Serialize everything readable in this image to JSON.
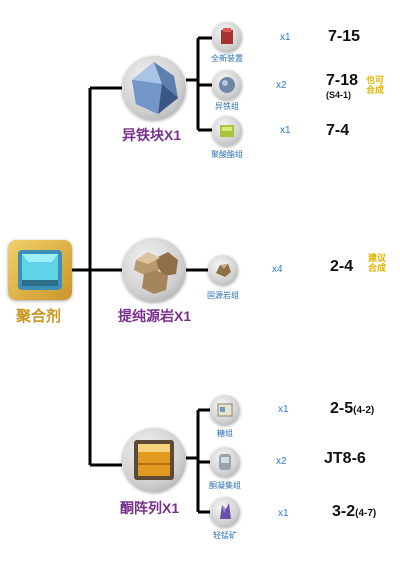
{
  "root": {
    "label": "聚合剂"
  },
  "intermediates": [
    {
      "label": "异铁块X1"
    },
    {
      "label": "提纯源岩X1"
    },
    {
      "label": "酮阵列X1"
    }
  ],
  "materials": [
    {
      "label": "全新装置",
      "qty": "x1",
      "stage": "7-15",
      "stage_note": "",
      "extra": "",
      "extra_sub": ""
    },
    {
      "label": "异铁组",
      "qty": "x2",
      "stage": "7-18",
      "stage_note": "",
      "extra": "也可合成",
      "extra_sub": "(S4-1)"
    },
    {
      "label": "聚酸酯组",
      "qty": "x1",
      "stage": "7-4",
      "stage_note": "",
      "extra": "",
      "extra_sub": ""
    },
    {
      "label": "固源岩组",
      "qty": "x4",
      "stage": "2-4",
      "stage_note": "",
      "extra": "建议合成",
      "extra_sub": ""
    },
    {
      "label": "糖组",
      "qty": "x1",
      "stage": "2-5",
      "stage_note": "(4-2)",
      "extra": "",
      "extra_sub": ""
    },
    {
      "label": "酮凝集组",
      "qty": "x2",
      "stage": "JT8-6",
      "stage_note": "",
      "extra": "",
      "extra_sub": ""
    },
    {
      "label": "轻锰矿",
      "qty": "x1",
      "stage": "3-2",
      "stage_note": "(4-7)",
      "extra": "",
      "extra_sub": ""
    }
  ],
  "colors": {
    "line": "#000000",
    "intermediate_label": "#7a2f8e",
    "root_label": "#c9951c",
    "material_label": "#2a6fb5",
    "qty": "#2a7bd6",
    "note": "#e2b400"
  }
}
